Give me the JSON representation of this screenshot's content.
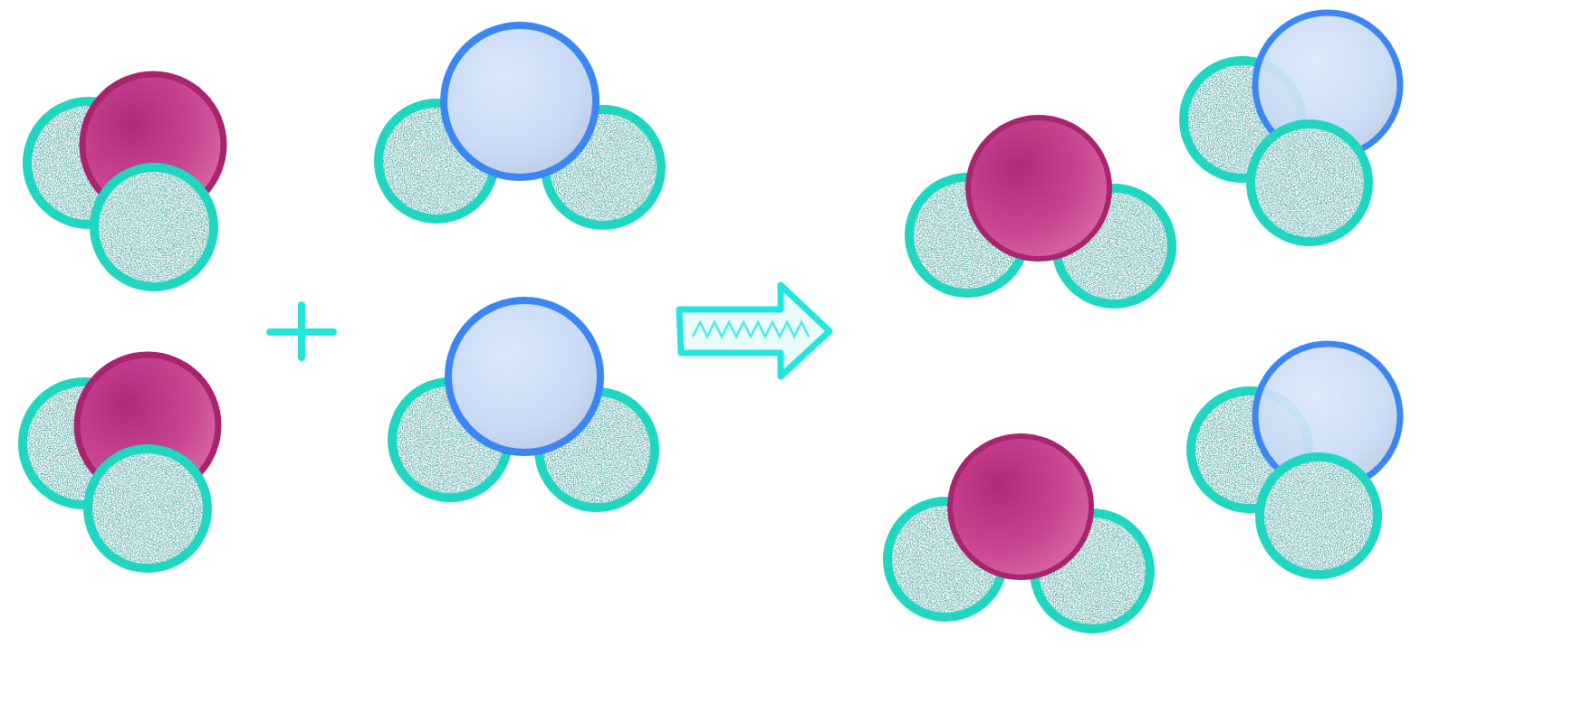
{
  "diagram": {
    "background": "#ffffff",
    "colors": {
      "outline_teal": "#1fd6c0",
      "dot_fill": "#1f6f69",
      "magenta_fill": "#c43a8a",
      "magenta_edge": "#a8246f",
      "blue_fill": "#cfe0f8",
      "blue_edge": "#3b86f2",
      "symbol_cyan": "#22e6dc"
    },
    "reactants": {
      "magenta_molecules": [
        {
          "atoms": [
            "speckled-atom",
            "magenta-atom",
            "speckled-atom"
          ]
        },
        {
          "atoms": [
            "speckled-atom",
            "magenta-atom",
            "speckled-atom"
          ]
        }
      ],
      "plus_sign": {
        "icon": "plus-icon"
      },
      "blue_molecules": [
        {
          "atoms": [
            "speckled-atom",
            "blue-atom",
            "speckled-atom"
          ]
        },
        {
          "atoms": [
            "speckled-atom",
            "blue-atom",
            "speckled-atom"
          ]
        }
      ]
    },
    "reaction_arrow": {
      "icon": "right-arrow-icon"
    },
    "products": {
      "magenta_molecules": [
        {
          "atoms": [
            "speckled-atom",
            "magenta-atom",
            "speckled-atom"
          ]
        },
        {
          "atoms": [
            "speckled-atom",
            "magenta-atom",
            "speckled-atom"
          ]
        }
      ],
      "blue_molecules": [
        {
          "atoms": [
            "speckled-atom",
            "blue-atom",
            "speckled-atom"
          ]
        },
        {
          "atoms": [
            "speckled-atom",
            "blue-atom",
            "speckled-atom"
          ]
        }
      ]
    }
  }
}
